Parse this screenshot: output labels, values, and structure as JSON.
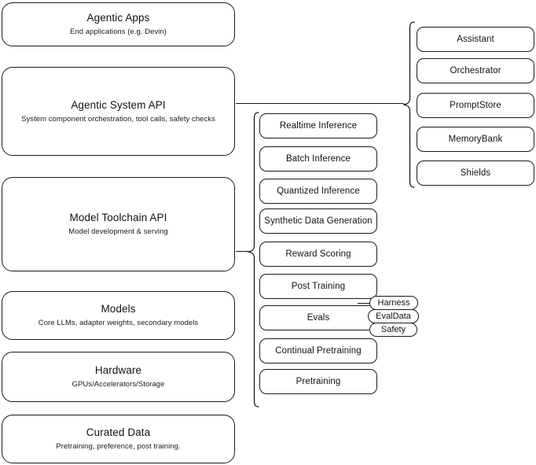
{
  "diagram": {
    "title": "AI stack layers",
    "stroke_color": "#1b1b1b",
    "background_color": "#ffffff",
    "layers": [
      {
        "id": "agentic-apps",
        "title": "Agentic Apps",
        "subtitle": "End applications (e.g. Devin)"
      },
      {
        "id": "agentic-system-api",
        "title": "Agentic System API",
        "subtitle": "System component orchestration, tool calls, safety checks"
      },
      {
        "id": "model-toolchain-api",
        "title": "Model Toolchain API",
        "subtitle": "Model development & serving"
      },
      {
        "id": "models",
        "title": "Models",
        "subtitle": "Core LLMs, adapter weights, secondary models"
      },
      {
        "id": "hardware",
        "title": "Hardware",
        "subtitle": "GPUs/Accelerators/Storage"
      },
      {
        "id": "curated-data",
        "title": "Curated Data",
        "subtitle": "Pretraining, preference, post training."
      }
    ],
    "toolchain_components": [
      {
        "id": "realtime-inference",
        "label": "Realtime Inference"
      },
      {
        "id": "batch-inference",
        "label": "Batch Inference"
      },
      {
        "id": "quantized-inference",
        "label": "Quantized Inference"
      },
      {
        "id": "synthetic-data-generation",
        "label": "Synthetic Data Generation"
      },
      {
        "id": "reward-scoring",
        "label": "Reward Scoring"
      },
      {
        "id": "post-training",
        "label": "Post Training"
      },
      {
        "id": "evals",
        "label": "Evals"
      },
      {
        "id": "continual-pretraining",
        "label": "Continual Pretraining"
      },
      {
        "id": "pretraining",
        "label": "Pretraining"
      }
    ],
    "system_components": [
      {
        "id": "assistant",
        "label": "Assistant"
      },
      {
        "id": "orchestrator",
        "label": "Orchestrator"
      },
      {
        "id": "promptstore",
        "label": "PromptStore"
      },
      {
        "id": "memorybank",
        "label": "MemoryBank"
      },
      {
        "id": "shields",
        "label": "Shields"
      }
    ],
    "eval_tags": [
      {
        "id": "harness",
        "label": "Harness"
      },
      {
        "id": "evaldata",
        "label": "EvalData"
      },
      {
        "id": "safety",
        "label": "Safety"
      }
    ]
  }
}
